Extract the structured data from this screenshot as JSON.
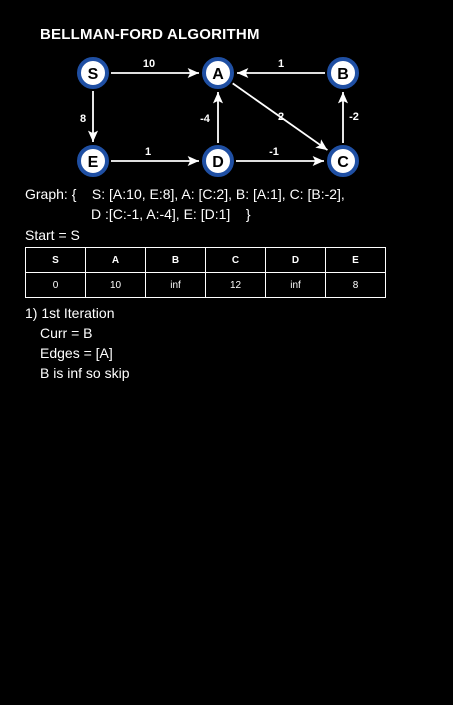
{
  "title": "BELLMAN-FORD ALGORITHM",
  "graph": {
    "nodes": [
      {
        "id": "S",
        "label": "S"
      },
      {
        "id": "A",
        "label": "A"
      },
      {
        "id": "B",
        "label": "B"
      },
      {
        "id": "E",
        "label": "E"
      },
      {
        "id": "D",
        "label": "D"
      },
      {
        "id": "C",
        "label": "C"
      }
    ],
    "edges": [
      {
        "from": "S",
        "to": "A",
        "weight": "10"
      },
      {
        "from": "B",
        "to": "A",
        "weight": "1"
      },
      {
        "from": "S",
        "to": "E",
        "weight": "8"
      },
      {
        "from": "D",
        "to": "A",
        "weight": "-4"
      },
      {
        "from": "A",
        "to": "C",
        "weight": "2"
      },
      {
        "from": "C",
        "to": "B",
        "weight": "-2"
      },
      {
        "from": "E",
        "to": "D",
        "weight": "1"
      },
      {
        "from": "D",
        "to": "C",
        "weight": "-1"
      }
    ],
    "node_fill": "#ffffff",
    "node_ring": "#1f4fa3",
    "edge_color": "#ffffff"
  },
  "adjacency": {
    "line1": "Graph: {    S: [A:10, E:8], A: [C:2], B: [A:1], C: [B:-2],",
    "line2": "D :[C:-1, A:-4], E: [D:1]    }"
  },
  "start": "Start = S",
  "table": {
    "headers": [
      "S",
      "A",
      "B",
      "C",
      "D",
      "E"
    ],
    "values": [
      "0",
      "10",
      "inf",
      "12",
      "inf",
      "8"
    ]
  },
  "steps": [
    "1) 1st Iteration",
    "Curr = B",
    "Edges = [A]",
    "B is inf so skip"
  ]
}
